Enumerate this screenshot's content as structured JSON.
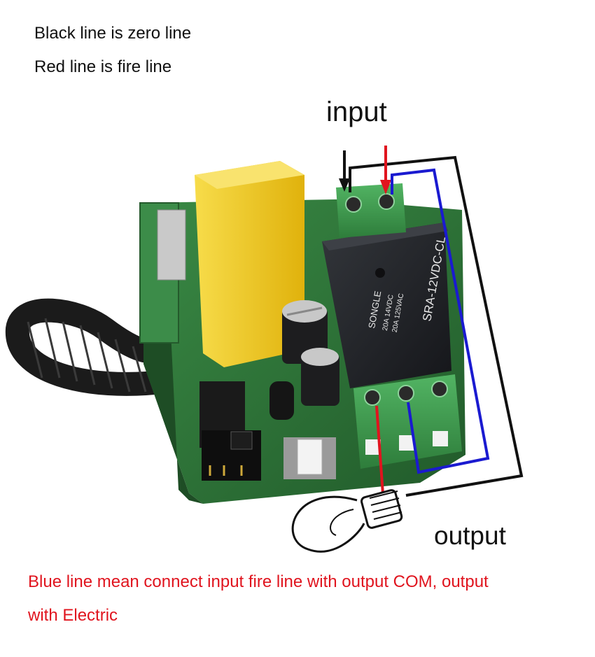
{
  "notes": {
    "black_line": "Black line is zero line",
    "red_line": "Red line is fire line"
  },
  "labels": {
    "input": "input",
    "output": "output"
  },
  "caption": {
    "line1": "Blue line mean connect  input fire line with output COM, output",
    "line2": "with Electric"
  },
  "relay": {
    "brand": "SONGLE",
    "model": "SRA-12VDC-CL",
    "rating1": "20A 14VDC",
    "rating2": "20A 125VAC"
  },
  "colors": {
    "zero_line": "#111111",
    "fire_line": "#e0141e",
    "com_line": "#1a1ad0",
    "pcb": "#2f7a3a",
    "terminal": "#3f9b4e",
    "capacitor": "#f2cc1a",
    "relay_body": "#222428"
  }
}
